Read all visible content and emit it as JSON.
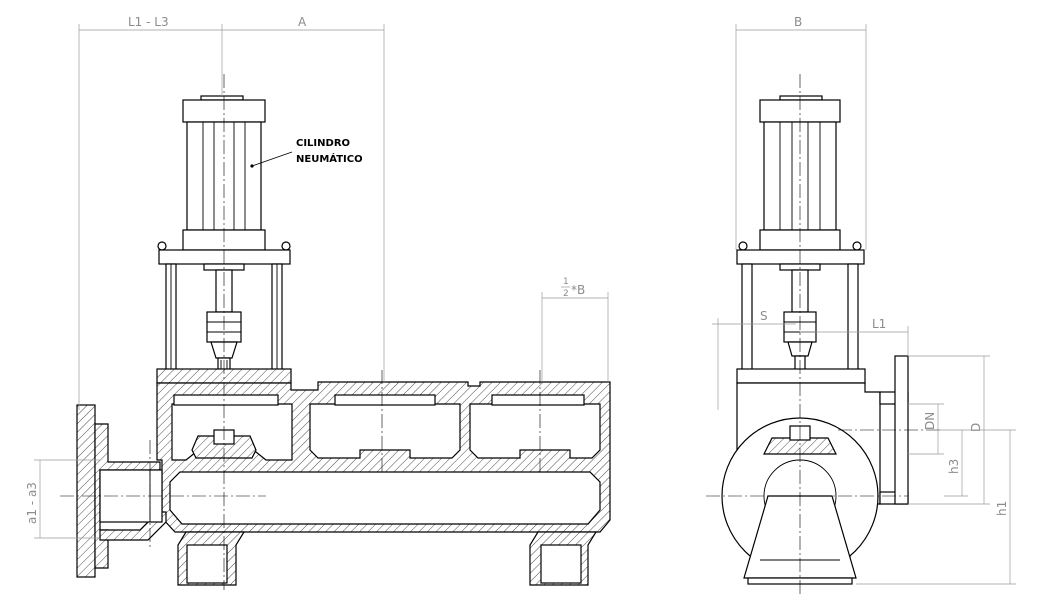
{
  "dimensions": {
    "l1_l3": "L1 - L3",
    "a": "A",
    "b": "B",
    "half_num": "1",
    "half_den": "2",
    "half_suffix": "*B",
    "s": "S",
    "l1": "L1",
    "dn": "DN",
    "d": "D",
    "h3": "h3",
    "h1": "h1",
    "a1_a3": "a1 - a3"
  },
  "labels": {
    "cylinder_line1": "CILINDRO",
    "cylinder_line2": "NEUMÁTICO"
  }
}
